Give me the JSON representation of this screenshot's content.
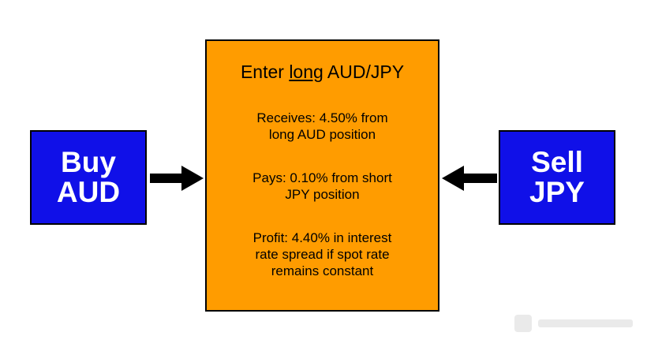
{
  "left_box": {
    "line1": "Buy",
    "line2": "AUD",
    "color": "#1010e8"
  },
  "right_box": {
    "line1": "Sell",
    "line2": "JPY",
    "color": "#1010e8"
  },
  "center_box": {
    "color": "#ff9c00",
    "title_prefix": "Enter ",
    "title_emphasis": "long",
    "title_suffix": " AUD/JPY",
    "receives": {
      "line1": "Receives: 4.50% from",
      "line2": "long AUD position"
    },
    "pays": {
      "line1": "Pays: 0.10% from short",
      "line2": "JPY position"
    },
    "profit": {
      "line1": "Profit: 4.40% in interest",
      "line2": "rate spread if spot rate",
      "line3": "remains constant"
    }
  },
  "arrows": {
    "left_to_center": "arrow-right-icon",
    "right_to_center": "arrow-left-icon",
    "color": "#000000"
  },
  "watermark": {
    "icon": "watermark-logo-icon"
  }
}
